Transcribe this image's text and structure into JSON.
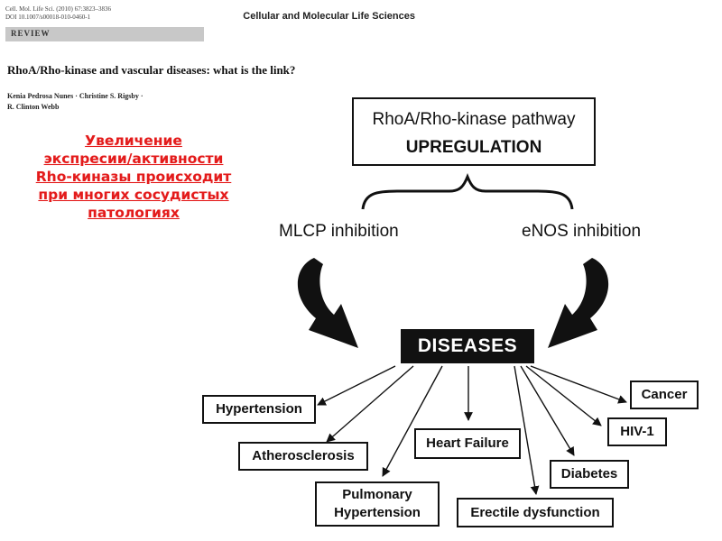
{
  "header": {
    "citation_lines": "Cell. Mol. Life Sci. (2010) 67:3823–3836\nDOI 10.1007/s00018-010-0460-1",
    "journal": "Cellular and Molecular Life Sciences",
    "section": "REVIEW"
  },
  "paper": {
    "title": "RhoA/Rho-kinase and vascular diseases: what is the link?",
    "authors_line1": "Kenia Pedrosa Nunes · Christine S. Rigsby ·",
    "authors_line2": "R. Clinton Webb"
  },
  "annotation": {
    "lines": [
      "Увеличение",
      "экспресии/активности",
      "Rho-киназы происходит",
      "при многих сосудистых",
      "патологиях"
    ],
    "color": "#e31b1b"
  },
  "diagram": {
    "pathway_title": "RhoA/Rho-kinase pathway",
    "pathway_state": "UPREGULATION",
    "left_branch": "MLCP inhibition",
    "right_branch": "eNOS inhibition",
    "center": "DISEASES",
    "diseases": {
      "hypertension": "Hypertension",
      "atherosclerosis": "Atherosclerosis",
      "pulmonary_line1": "Pulmonary",
      "pulmonary_line2": "Hypertension",
      "heart_failure": "Heart Failure",
      "erectile": "Erectile dysfunction",
      "diabetes": "Diabetes",
      "hiv": "HIV-1",
      "cancer": "Cancer"
    }
  }
}
